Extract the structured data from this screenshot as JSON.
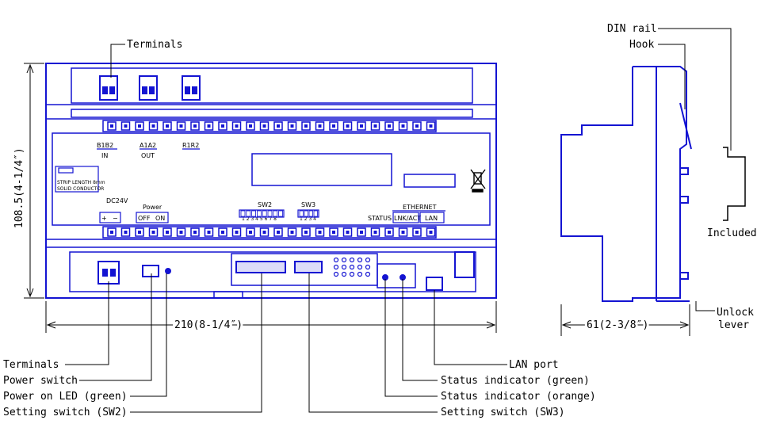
{
  "front_view": {
    "dimension_height": "108.5(4-1/4″)",
    "dimension_width": "210(8-1/4″)",
    "callouts": {
      "terminals_top": "Terminals",
      "terminals_bottom": "Terminals",
      "power_switch": "Power switch",
      "power_on_led": "Power on LED (green)",
      "setting_switch_sw2": "Setting switch (SW2)",
      "lan_port": "LAN port",
      "status_green": "Status indicator (green)",
      "status_orange": "Status indicator (orange)",
      "setting_switch_sw3": "Setting switch (SW3)"
    },
    "panel_text": {
      "in_pins": "B1B2",
      "in_label": "IN",
      "out_pins": "A1A2",
      "out_label": "OUT",
      "r_pins": "R1R2",
      "strip_length": "STRIP LENGTH 8mm",
      "solid_conductor": "SOLID CONDUCTOR",
      "dc24v": "DC24V",
      "plus": "+",
      "minus": "−",
      "power": "Power",
      "off": "OFF",
      "on": "ON",
      "sw2": "SW2",
      "sw2_numbers": "1 2 3 4 5 6 7 8",
      "sw3": "SW3",
      "sw3_numbers": "1 2 3 4",
      "ethernet": "ETHERNET",
      "status": "STATUS",
      "lnk_act": "LNK/ACT",
      "lan": "LAN"
    }
  },
  "side_view": {
    "dimension_depth": "61(2-3/8″)",
    "callouts": {
      "din_rail": "DIN rail",
      "hook": "Hook",
      "included": "Included",
      "unlock": "Unlock",
      "lever": "lever"
    }
  },
  "colors": {
    "device_outline": "#1414d2",
    "leader_lines": "#000000"
  }
}
